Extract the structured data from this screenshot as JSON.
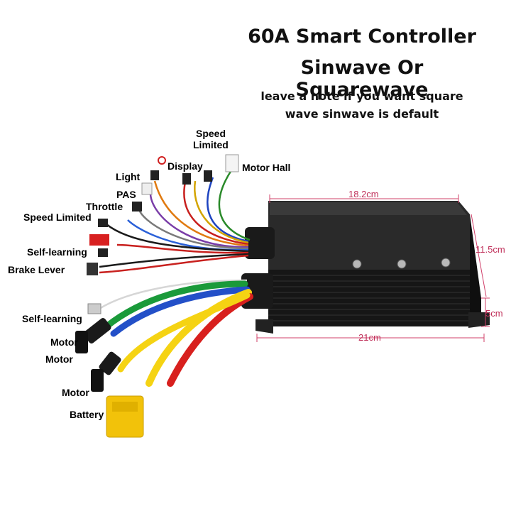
{
  "heading": {
    "line1": "60A Smart Controller",
    "line2": "Sinwave Or Squarewave",
    "note1": "leave a note if you want square",
    "note2": "wave sinwave is default"
  },
  "labels": {
    "speed_limited_top_1": "Speed",
    "speed_limited_top_2": "Limited",
    "display": "Display",
    "motor_hall": "Motor Hall",
    "light": "Light",
    "pas": "PAS",
    "throttle": "Throttle",
    "speed_limited": "Speed Limited",
    "self_learning_1": "Self-learning",
    "brake_lever": "Brake Lever",
    "self_learning_2": "Self-learning",
    "motor_1": "Motor",
    "motor_2": "Motor",
    "motor_3": "Motor",
    "battery": "Battery"
  },
  "dimensions": {
    "length_top": "18.2cm",
    "width": "11.5cm",
    "height": "5cm",
    "length_base": "21cm"
  },
  "colors": {
    "dimension_lines": "#d0406a",
    "controller_body": "#1c1c1c",
    "connector_yellow": "#f2c20a",
    "wire_red": "#d8201e",
    "wire_yellow": "#f5d313",
    "wire_blue": "#2350c8",
    "wire_green": "#1a9a3a"
  }
}
